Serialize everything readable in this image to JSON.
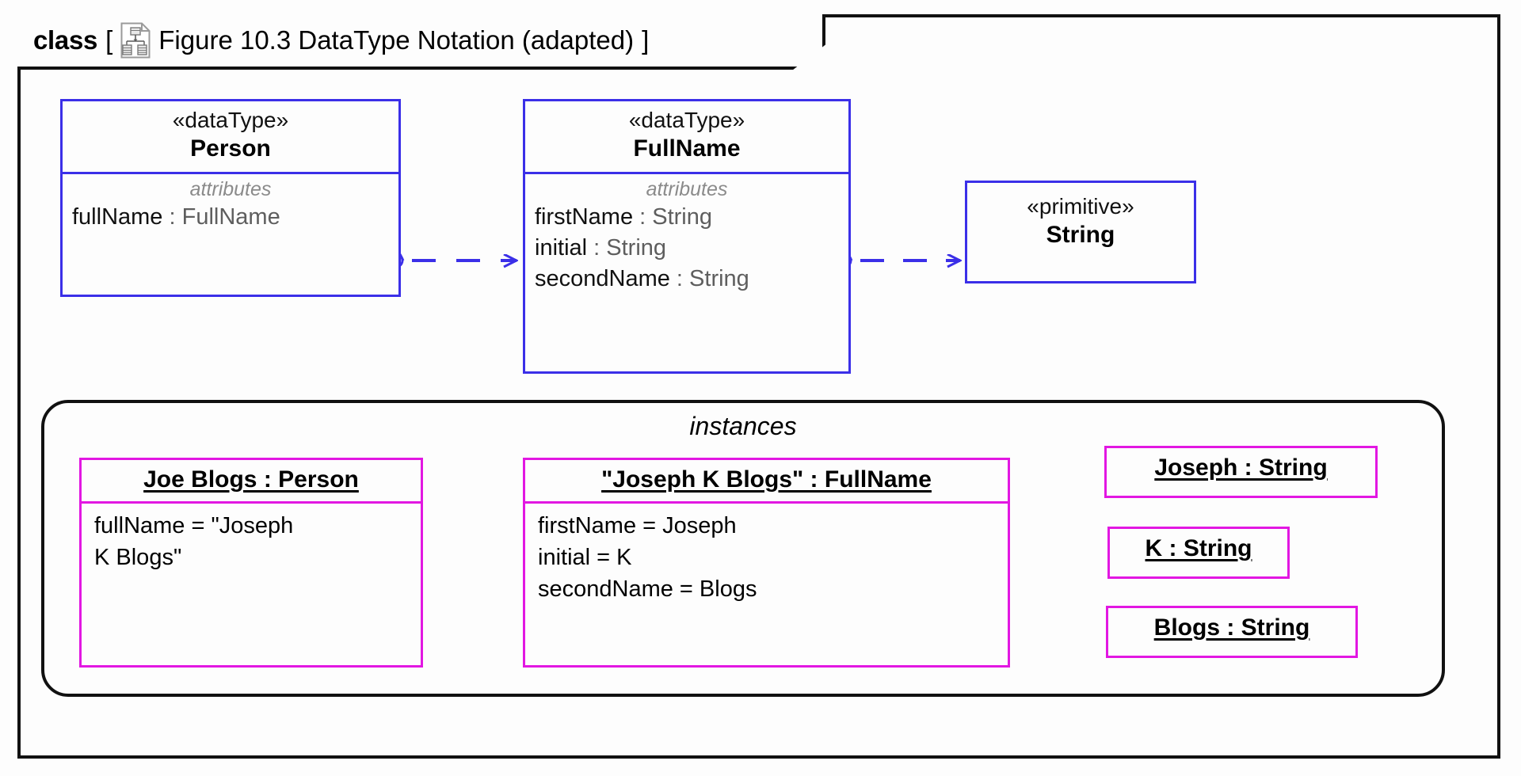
{
  "frame": {
    "kind_label": "class",
    "bracket_open": "[",
    "bracket_close": "]",
    "icon": "class-diagram-icon",
    "title": "Figure 10.3 DataType Notation (adapted)"
  },
  "colors": {
    "classifier_border": "#3b2fe8",
    "instance_border": "#e217e2",
    "frame_border": "#111111",
    "compartment_label": "#8b8b8b",
    "type_text": "#5e5e5e",
    "background": "#fdfdfd"
  },
  "classifiers": [
    {
      "id": "person",
      "stereotype": "«dataType»",
      "name": "Person",
      "compartment_label": "attributes",
      "attributes": [
        {
          "name": "fullName",
          "sep": " : ",
          "type": "FullName"
        }
      ]
    },
    {
      "id": "fullname",
      "stereotype": "«dataType»",
      "name": "FullName",
      "compartment_label": "attributes",
      "attributes": [
        {
          "name": "firstName",
          "sep": " : ",
          "type": "String"
        },
        {
          "name": "initial",
          "sep": " : ",
          "type": "String"
        },
        {
          "name": "secondName",
          "sep": " : ",
          "type": "String"
        }
      ]
    },
    {
      "id": "string",
      "stereotype": "«primitive»",
      "name": "String",
      "compartment_label": "",
      "attributes": []
    }
  ],
  "instances_panel": {
    "label": "instances",
    "instances": [
      {
        "id": "joe-blogs",
        "header": "Joe Blogs : Person",
        "slots": [
          "fullName = \"Joseph",
          " K Blogs\""
        ]
      },
      {
        "id": "joseph-k-blogs",
        "header": "\"Joseph K Blogs\" : FullName",
        "slots": [
          "firstName = Joseph",
          "initial = K",
          "secondName = Blogs"
        ]
      },
      {
        "id": "joseph-string",
        "header": "Joseph : String",
        "slots": []
      },
      {
        "id": "k-string",
        "header": "K : String",
        "slots": []
      },
      {
        "id": "blogs-string",
        "header": "Blogs : String",
        "slots": []
      }
    ]
  },
  "connectors": [
    {
      "id": "person-to-fullname",
      "style": "dashed",
      "arrow": "open",
      "source_end": "ball",
      "color": "#3b2fe8"
    },
    {
      "id": "fullname-to-string",
      "style": "dashed",
      "arrow": "open",
      "source_end": "ball",
      "color": "#3b2fe8"
    },
    {
      "id": "joeblogs-to-josephkblogs",
      "style": "dashed",
      "arrow": "open",
      "source_end": "none",
      "color": "#e217e2"
    },
    {
      "id": "josephkblogs-to-joseph",
      "style": "dashed",
      "arrow": "open",
      "source_end": "none",
      "color": "#e217e2"
    },
    {
      "id": "josephkblogs-to-k",
      "style": "dashed",
      "arrow": "open",
      "source_end": "none",
      "color": "#e217e2"
    },
    {
      "id": "josephkblogs-to-blogs",
      "style": "dashed",
      "arrow": "open",
      "source_end": "none",
      "color": "#e217e2"
    }
  ]
}
